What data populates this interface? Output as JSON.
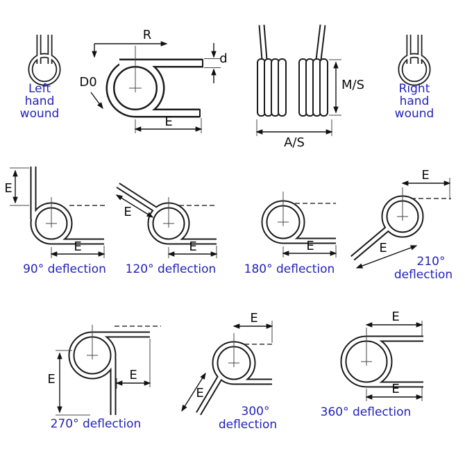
{
  "colors": {
    "line": "#1a1a1a",
    "label_blue": "#2222bb"
  },
  "wound_labels": {
    "left": [
      "Left",
      "hand",
      "wound"
    ],
    "right": [
      "Right",
      "hand",
      "wound"
    ]
  },
  "dim_labels": {
    "R": "R",
    "d": "d",
    "D0": "D0",
    "E": "E",
    "MS": "M/S",
    "AS": "A/S"
  },
  "deflection_labels": {
    "d90": "90° deflection",
    "d120": "120° deflection",
    "d180": "180° deflection",
    "d210_deg": "210°",
    "d210_word": "deflection",
    "d270": "270° deflection",
    "d300_deg": "300°",
    "d300_word": "deflection",
    "d360": "360° deflection"
  }
}
